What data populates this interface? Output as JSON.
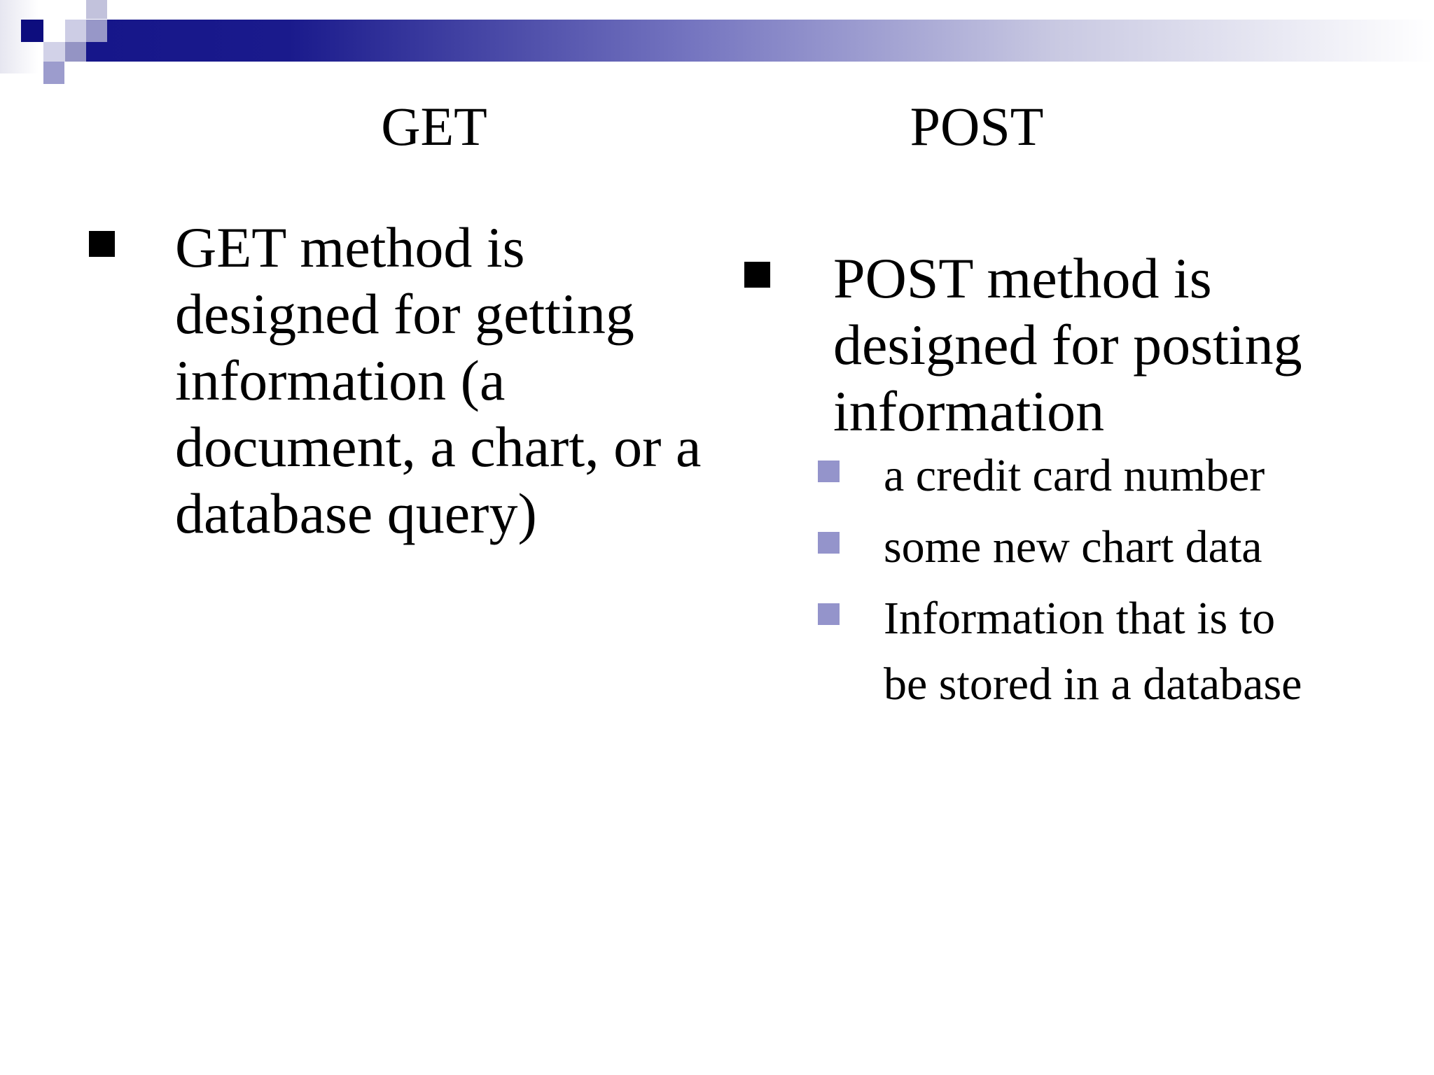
{
  "columns": [
    {
      "heading": "GET",
      "bullet_lines": [
        "GET method is",
        "designed for getting",
        "information (a",
        "document, a chart, or a",
        "database query)"
      ]
    },
    {
      "heading": "POST",
      "bullet_lines": [
        "POST method is",
        "designed for posting",
        "information"
      ],
      "sub_bullets": [
        {
          "lines": [
            "a credit card number"
          ]
        },
        {
          "lines": [
            "some new chart data"
          ]
        },
        {
          "lines": [
            "Information that is to",
            "be stored in a database"
          ]
        }
      ]
    }
  ],
  "colors": {
    "background": "#ffffff",
    "text": "#000000",
    "bar_gradient_start": "#16168a",
    "bar_gradient_end": "#ffffff",
    "deco_navy_square": "#0d0d7e",
    "deco_light_lavender": "#cdcde5",
    "deco_medium_lavender": "#9797c8",
    "main_bullet_square": "#000000",
    "sub_bullet_square": "#9494cb"
  }
}
